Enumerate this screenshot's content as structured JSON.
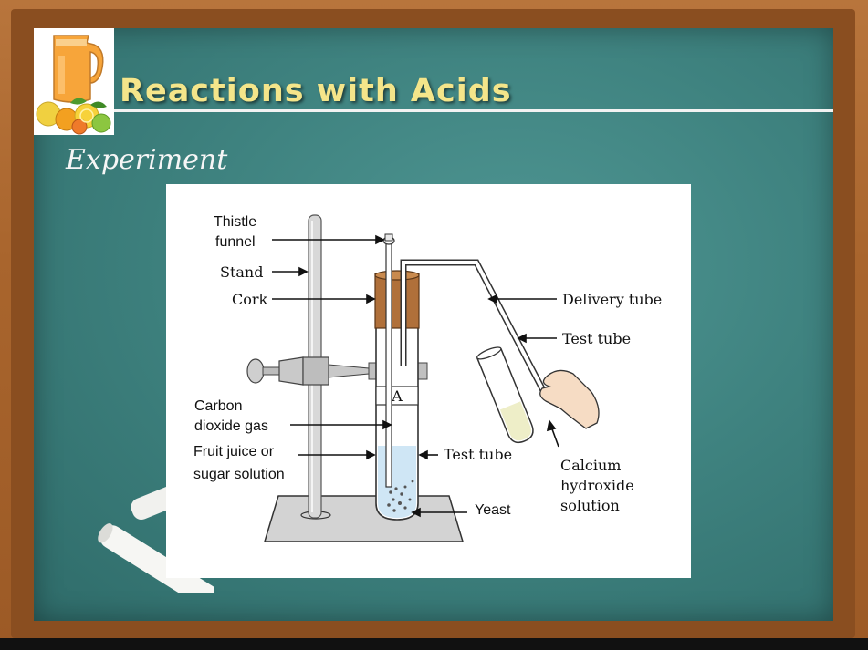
{
  "slide": {
    "title": "Reactions with Acids",
    "subtitle": "Experiment"
  },
  "diagram": {
    "labels": {
      "thistle_funnel_1": "Thistle",
      "thistle_funnel_2": "funnel",
      "stand": "Stand",
      "cork": "Cork",
      "co2_1": "Carbon",
      "co2_2": "dioxide gas",
      "juice_1": "Fruit juice or",
      "juice_2": "sugar solution",
      "delivery_tube": "Delivery tube",
      "test_tube_right": "Test tube",
      "test_tube_main": "Test tube",
      "calcium_1": "Calcium",
      "calcium_2": "hydroxide",
      "calcium_3": "solution",
      "yeast": "Yeast",
      "marker_a": "A"
    }
  },
  "colors": {
    "board": "#3f8380",
    "frame": "#a9652d",
    "title": "#f4e58a",
    "cork": "#b0703a",
    "liquid": "#cfe6f5",
    "limewater": "#eeeec8"
  },
  "icons": {
    "logo": "juice-jug-with-citrus-icon"
  }
}
